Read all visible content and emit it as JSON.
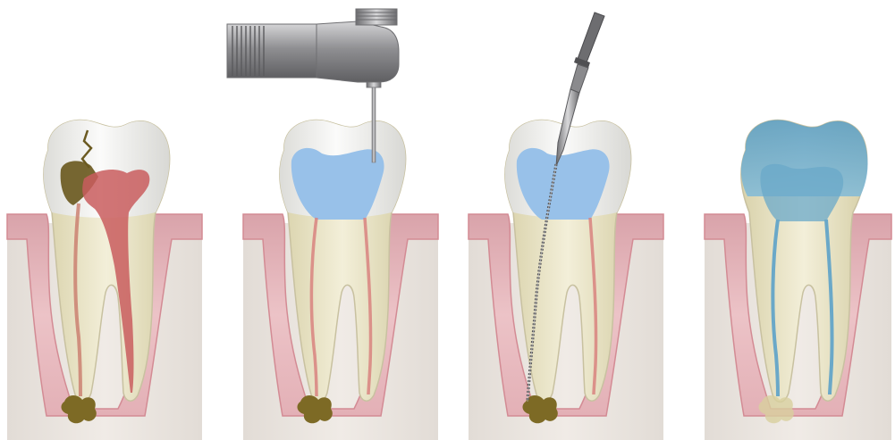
{
  "illustration": {
    "stages": [
      {
        "name": "infected-tooth",
        "instrument": "none"
      },
      {
        "name": "pulp-removal",
        "instrument": "dental-drill-icon"
      },
      {
        "name": "canal-cleaning",
        "instrument": "endodontic-file-icon"
      },
      {
        "name": "filled-tooth",
        "instrument": "none"
      }
    ]
  },
  "colors": {
    "enamel": "#eeeeec",
    "dentin": "#e7e2c4",
    "gum": "#e8b7bd",
    "gum_edge": "#d88e96",
    "bone": "#ece6e0",
    "decay": "#6b5a21",
    "infected_pulp": "#c95d5e",
    "abscess": "#7d6a25",
    "cleaned_chamber": "#98c1e9",
    "filling": "#6aa8c8",
    "steel": "#a9a9ab"
  }
}
